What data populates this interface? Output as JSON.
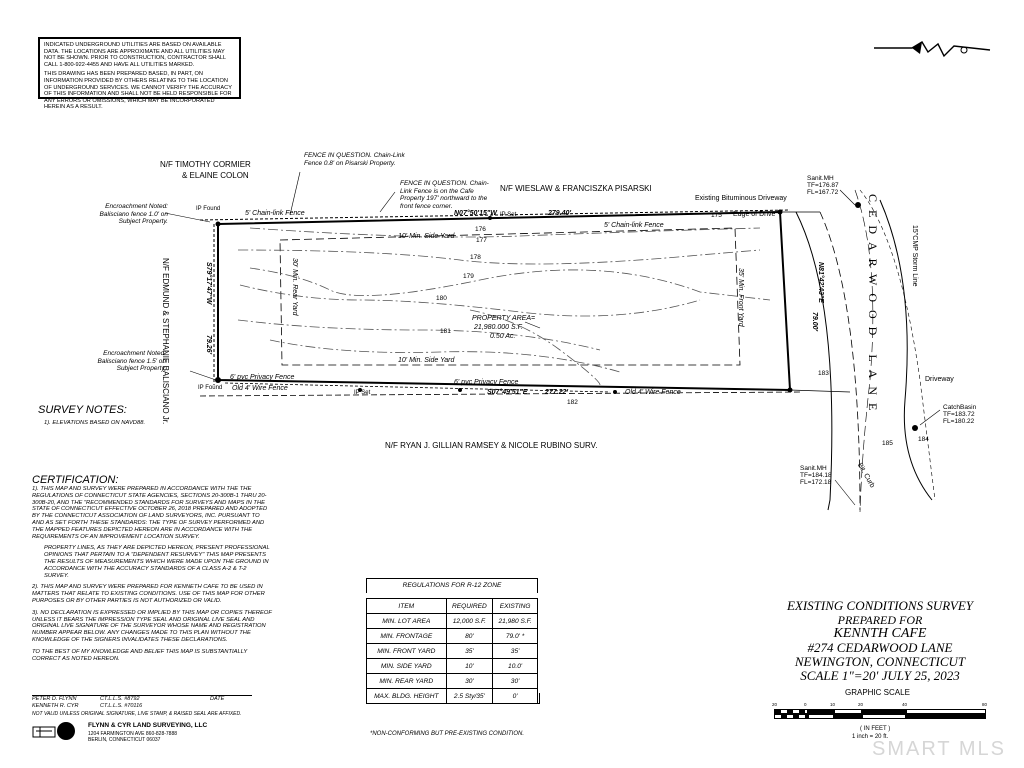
{
  "disclaimer": {
    "para1": "INDICATED UNDERGROUND UTILITIES ARE BASED ON AVAILABLE DATA. THE LOCATIONS ARE APPROXIMATE AND ALL UTILITIES MAY NOT BE SHOWN. PRIOR TO CONSTRUCTION, CONTRACTOR SHALL CALL 1-800-922-4455 AND HAVE ALL UTILITIES MARKED.",
    "para2": "THIS DRAWING HAS BEEN PREPARED BASED, IN PART, ON INFORMATION PROVIDED BY OTHERS RELATING TO THE LOCATION OF UNDERGROUND SERVICES. WE CANNOT VERIFY THE ACCURACY OF THIS INFORMATION AND SHALL NOT BE HELD RESPONSIBLE FOR ANY ERRORS OR OMISSIONS, WHICH MAY BE INCORPORATED HEREIN AS A RESULT."
  },
  "plan": {
    "nf_cormier": "N/F  TIMOTHY CORMIER",
    "nf_cormier2": "& ELAINE COLON",
    "nf_pisarski": "N/F  WIESLAW & FRANCISZKA PISARSKI",
    "nf_balisciano": "N/F  EDMUND & STEPHANIE BALISCIANO Jr.",
    "nf_ramsey": "N/F  RYAN J. GILLIAN RAMSEY & NICOLE RUBINO SURV.",
    "fence_q1": "FENCE IN QUESTION. Chain-Link Fence 0.8' on Pisarski Property.",
    "fence_q2": "FENCE IN QUESTION. Chain-Link Fence is on the Cafe Property 197' northward to the front fence corner.",
    "encroach1": "Encroachment Noted: Balisciano fence 1.0' on Subject Property.",
    "encroach2": "Encroachment Noted: Balisciano fence 1.5' on Subject Property.",
    "bearing_north": "N07°50'15\"W",
    "dist_north": "279.40'",
    "bearing_south": "S07°49'51\"E",
    "dist_south": "277.22'",
    "bearing_west": "S79°17'47\"W",
    "dist_west": "79.26'",
    "bearing_east": "N81°42'43\"E",
    "dist_east": "79.00'",
    "property_area_1": "PROPERTY AREA=",
    "property_area_2": "21,980.000 S.F.",
    "property_area_3": "0.50 Ac.",
    "side_yard_top": "10' Min. Side Yard",
    "side_yard_bottom": "10' Min. Side Yard",
    "rear_yard": "30' Min. Rear Yard",
    "front_yard": "35' Min. Front Yard",
    "existing_driveway": "Existing Bituminous Driveway",
    "edge_of_drive": "Edge of Drive",
    "chain_link_fence": "5' Chain-link Fence",
    "privacy_fence": "6' pvc Privacy Fence",
    "wire_fence": "Old 4' Wire Fence",
    "road": "CEDARWOOD LANE",
    "storm_line": "15\"CMP Storm Line",
    "sanit_mh_top": "Sanit.MH TF=176.87 FL=167.72",
    "sanit_mh_bottom": "Sanit.MH TF=184.18 FL=172.18",
    "catch_basin": "CatchBasin TF=183.72 FL=180.22",
    "driveway": "Driveway",
    "bit_curb": "Bit. Curb",
    "ip_found": "IP Found",
    "ip_set": "IP Set",
    "contours": [
      "175",
      "176",
      "177",
      "178",
      "179",
      "180",
      "181",
      "182",
      "183",
      "184",
      "185"
    ]
  },
  "survey_notes": {
    "title": "SURVEY NOTES:",
    "item1": "1). ELEVATIONS BASED ON NAVD88."
  },
  "certification": {
    "title": "CERTIFICATION:",
    "item1": "1). THIS MAP AND SURVEY WERE PREPARED IN ACCORDANCE WITH THE THE REGULATIONS OF CONNECTICUT STATE AGENCIES, SECTIONS 20-300B-1 THRU 20-300B-20, AND THE \"RECOMMENDED STANDARDS FOR SURVEYS AND MAPS IN THE STATE OF CONNECTICUT EFFECTIVE OCTOBER 26, 2018 PREPARED AND ADOPTED BY THE CONNECTICUT ASSOCIATION OF LAND SURVEYORS, INC. PURSUANT TO AND AS SET FORTH THESE STANDARDS: THE TYPE OF SURVEY PERFORMED AND THE MAPPED FEATURES DEPICTED HEREON ARE IN ACCORDANCE WITH THE REQUIREMENTS OF AN IMPROVEMENT LOCATION SURVEY.",
    "item1b": "PROPERTY LINES, AS THEY ARE DEPICTED HEREON, PRESENT PROFESSIONAL OPINIONS THAT PERTAIN TO A \"DEPENDENT RESURVEY\" THIS MAP PRESENTS THE RESULTS OF MEASUREMENTS WHICH WERE MADE UPON THE GROUND IN ACCORDANCE WITH THE ACCURACY STANDARDS OF A CLASS A-2 & T-2 SURVEY.",
    "item2": "2). THIS MAP AND SURVEY WERE PREPARED FOR KENNETH CAFE TO BE USED IN MATTERS THAT RELATE TO EXISTING CONDITIONS. USE OF THIS MAP FOR OTHER PURPOSES OR BY OTHER PARTIES IS NOT AUTHORIZED OR VALID.",
    "item3": "3). NO DECLARATION IS EXPRESSED OR IMPLIED BY THIS MAP OR COPIES THEREOF UNLESS IT BEARS THE IMPRESSION TYPE SEAL AND ORIGINAL LIVE SEAL AND ORIGINAL LIVE SIGNATURE OF THE SURVEYOR WHOSE NAME AND REGISTRATION NUMBER APPEAR BELOW. ANY CHANGES MADE TO THIS PLAN WITHOUT THE KNOWLEDGE OF THE SIGNERS INVALIDATES THESE DECLARATIONS.",
    "closing": "TO THE BEST OF MY KNOWLEDGE AND BELIEF THIS MAP IS SUBSTANTIALLY CORRECT AS NOTED HEREON."
  },
  "signers": {
    "name1": "PETER D. FLYNN",
    "lic1": "CT.L.L.S. #8792",
    "date_label": "DATE",
    "name2": "KENNETH R. CYR",
    "lic2": "CT.L.L.S. #70116",
    "not_valid": "NOT VALID UNLESS ORIGINAL SIGNATURE, LIVE STAMP, & RAISED SEAL ARE AFFIXED.",
    "firm": "FLYNN & CYR LAND SURVEYING, LLC",
    "firm_addr1": "1204 FARMINGTON AVE 860-828-7888",
    "firm_addr2": "BERLIN, CONNECTICUT 06037"
  },
  "regulations": {
    "title": "REGULATIONS FOR R-12 ZONE",
    "headers": [
      "ITEM",
      "REQUIRED",
      "EXISTING"
    ],
    "rows": [
      [
        "MIN. LOT AREA",
        "12,000 S.F.",
        "21,980 S.F."
      ],
      [
        "MIN. FRONTAGE",
        "80'",
        "79.0' *"
      ],
      [
        "MIN. FRONT YARD",
        "35'",
        "35'"
      ],
      [
        "MIN. SIDE YARD",
        "10'",
        "10.0'"
      ],
      [
        "MIN. REAR YARD",
        "30'",
        "30'"
      ],
      [
        "MAX. BLDG. HEIGHT",
        "2.5 Sty/35'",
        "0'"
      ]
    ],
    "footnote": "*NON-CONFORMING BUT PRE-EXISTING CONDITION."
  },
  "title_block": {
    "line1": "EXISTING CONDITIONS SURVEY",
    "line2": "PREPARED FOR",
    "line3": "KENNTH CAFE",
    "line4": "#274 CEDARWOOD LANE",
    "line5": "NEWINGTON, CONNECTICUT",
    "line6": "SCALE 1\"=20' JULY 25, 2023",
    "graphic_scale": "GRAPHIC SCALE",
    "scale_ticks": [
      "20",
      "0",
      "10",
      "20",
      "40",
      "80"
    ],
    "in_feet": "( IN FEET )",
    "inch_eq": "1 inch = 20 ft."
  },
  "watermark": "SMART MLS"
}
